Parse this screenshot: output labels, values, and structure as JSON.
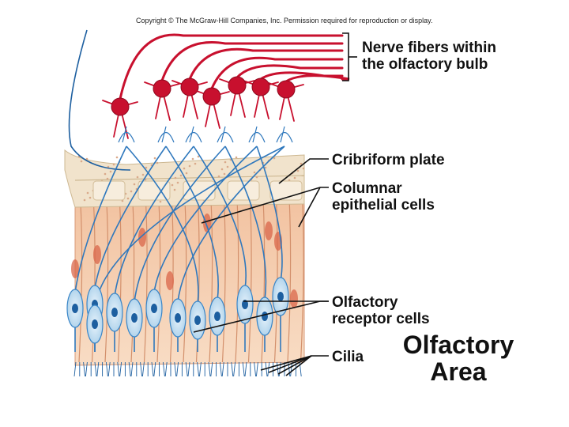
{
  "copyright": "Copyright © The McGraw-Hill Companies, Inc. Permission required for reproduction or display.",
  "labels": {
    "nerve_fibers_line1": "Nerve fibers within",
    "nerve_fibers_line2": "the olfactory bulb",
    "cribriform_plate": "Cribriform plate",
    "columnar_line1": "Columnar",
    "columnar_line2": "epithelial cells",
    "receptor_line1": "Olfactory",
    "receptor_line2": "receptor cells",
    "cilia": "Cilia"
  },
  "title": {
    "line1": "Olfactory",
    "line2": "Area"
  },
  "colors": {
    "neuron": "#c8102e",
    "receptor": "#3a86c8",
    "epithelium": "#f4c9a8",
    "cribriform": "#f1e3cc"
  }
}
